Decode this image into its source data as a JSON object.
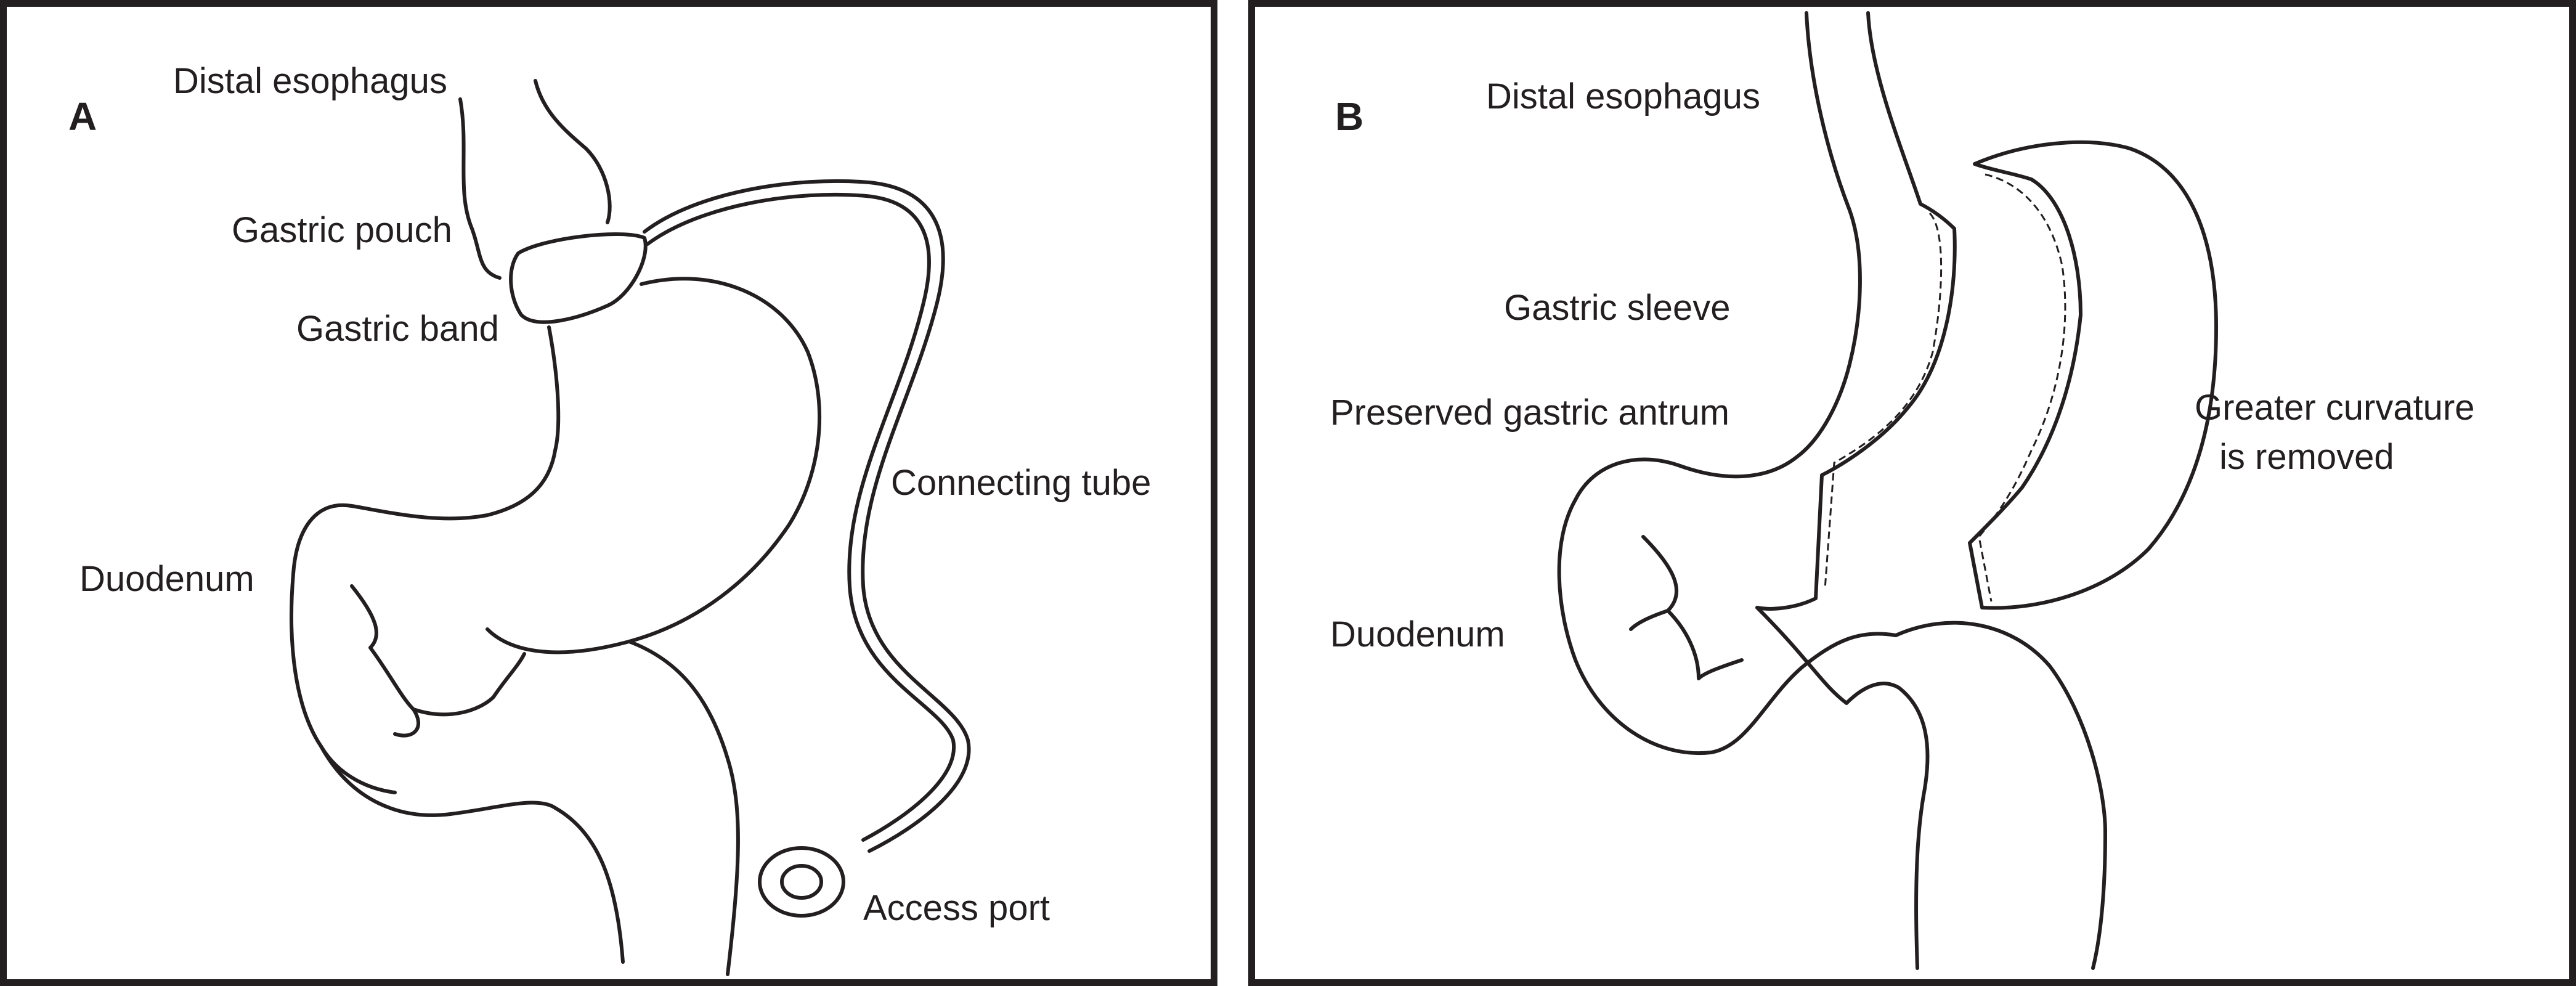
{
  "panel_a": {
    "letter": "A",
    "labels": {
      "distal_esophagus": "Distal esophagus",
      "gastric_pouch": "Gastric pouch",
      "gastric_band": "Gastric band",
      "connecting_tube": "Connecting tube",
      "duodenum": "Duodenum",
      "access_port": "Access port"
    }
  },
  "panel_b": {
    "letter": "B",
    "labels": {
      "distal_esophagus": "Distal esophagus",
      "gastric_sleeve": "Gastric sleeve",
      "preserved_gastric_antrum": "Preserved gastric antrum",
      "greater_curvature_line1": "Greater curvature",
      "greater_curvature_line2": "is removed",
      "duodenum": "Duodenum"
    }
  },
  "colors": {
    "ink": "#231f20",
    "background": "#ffffff"
  }
}
